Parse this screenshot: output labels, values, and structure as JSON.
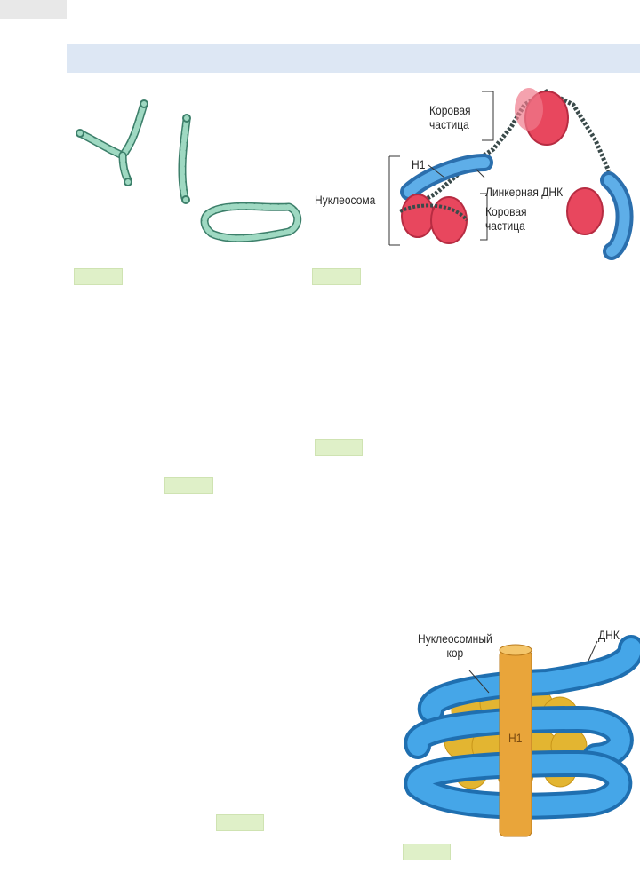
{
  "figure_top": {
    "labels": {
      "core_particle_upper": "Коровая\nчастица",
      "h1": "H1",
      "linker_dna": "Линкерная ДНК",
      "nucleosome": "Нуклеосома",
      "core_particle_lower": "Коровая\nчастица"
    }
  },
  "figure_bottom": {
    "labels": {
      "nucleosome_core": "Нуклеосомный\nкор",
      "dna": "ДНК",
      "h1": "H1"
    }
  },
  "colors": {
    "section_bar": "#dde7f4",
    "tag": "#dff0c8",
    "dna_loop": "#9fd9c2",
    "histone_core": "#e8475e",
    "linker_histone": "#3d8fd6",
    "dna_blue": "#3a9ee0",
    "core_gold": "#e3b531",
    "h1_rod": "#e9a53a"
  }
}
